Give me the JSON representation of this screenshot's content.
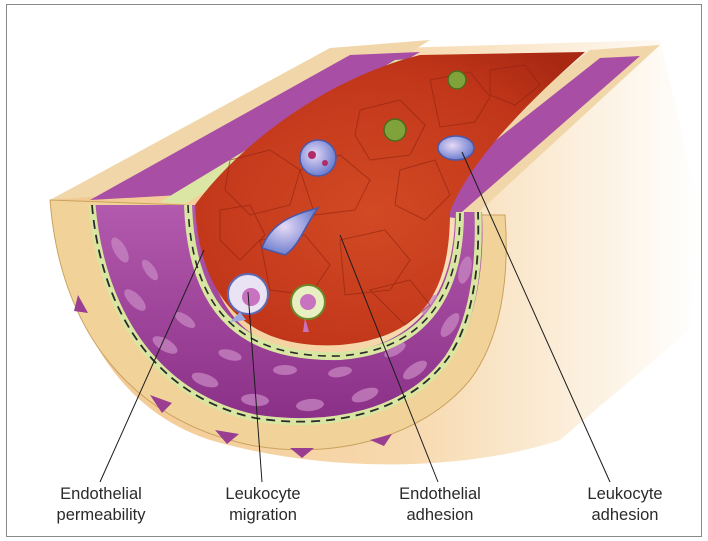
{
  "figure": {
    "labels": [
      {
        "id": "endothelial-permeability",
        "line1": "Endothelial",
        "line2": "permeability"
      },
      {
        "id": "leukocyte-migration",
        "line1": "Leukocyte",
        "line2": "migration"
      },
      {
        "id": "endothelial-adhesion",
        "line1": "Endothelial",
        "line2": "adhesion"
      },
      {
        "id": "leukocyte-adhesion",
        "line1": "Leukocyte",
        "line2": "adhesion"
      }
    ],
    "colors": {
      "lumen": "#c63a1e",
      "lumen_light": "#e1603a",
      "endothelium_cells": "#b4301a",
      "media_muscle": "#9b3d96",
      "media_muscle_light": "#c77fc1",
      "adventitia": "#f1d39a",
      "elastic_lamina": "#d8e6a2",
      "leukocyte_blue": "#7f8fd8",
      "platelet_green": "#7fa23a"
    }
  }
}
